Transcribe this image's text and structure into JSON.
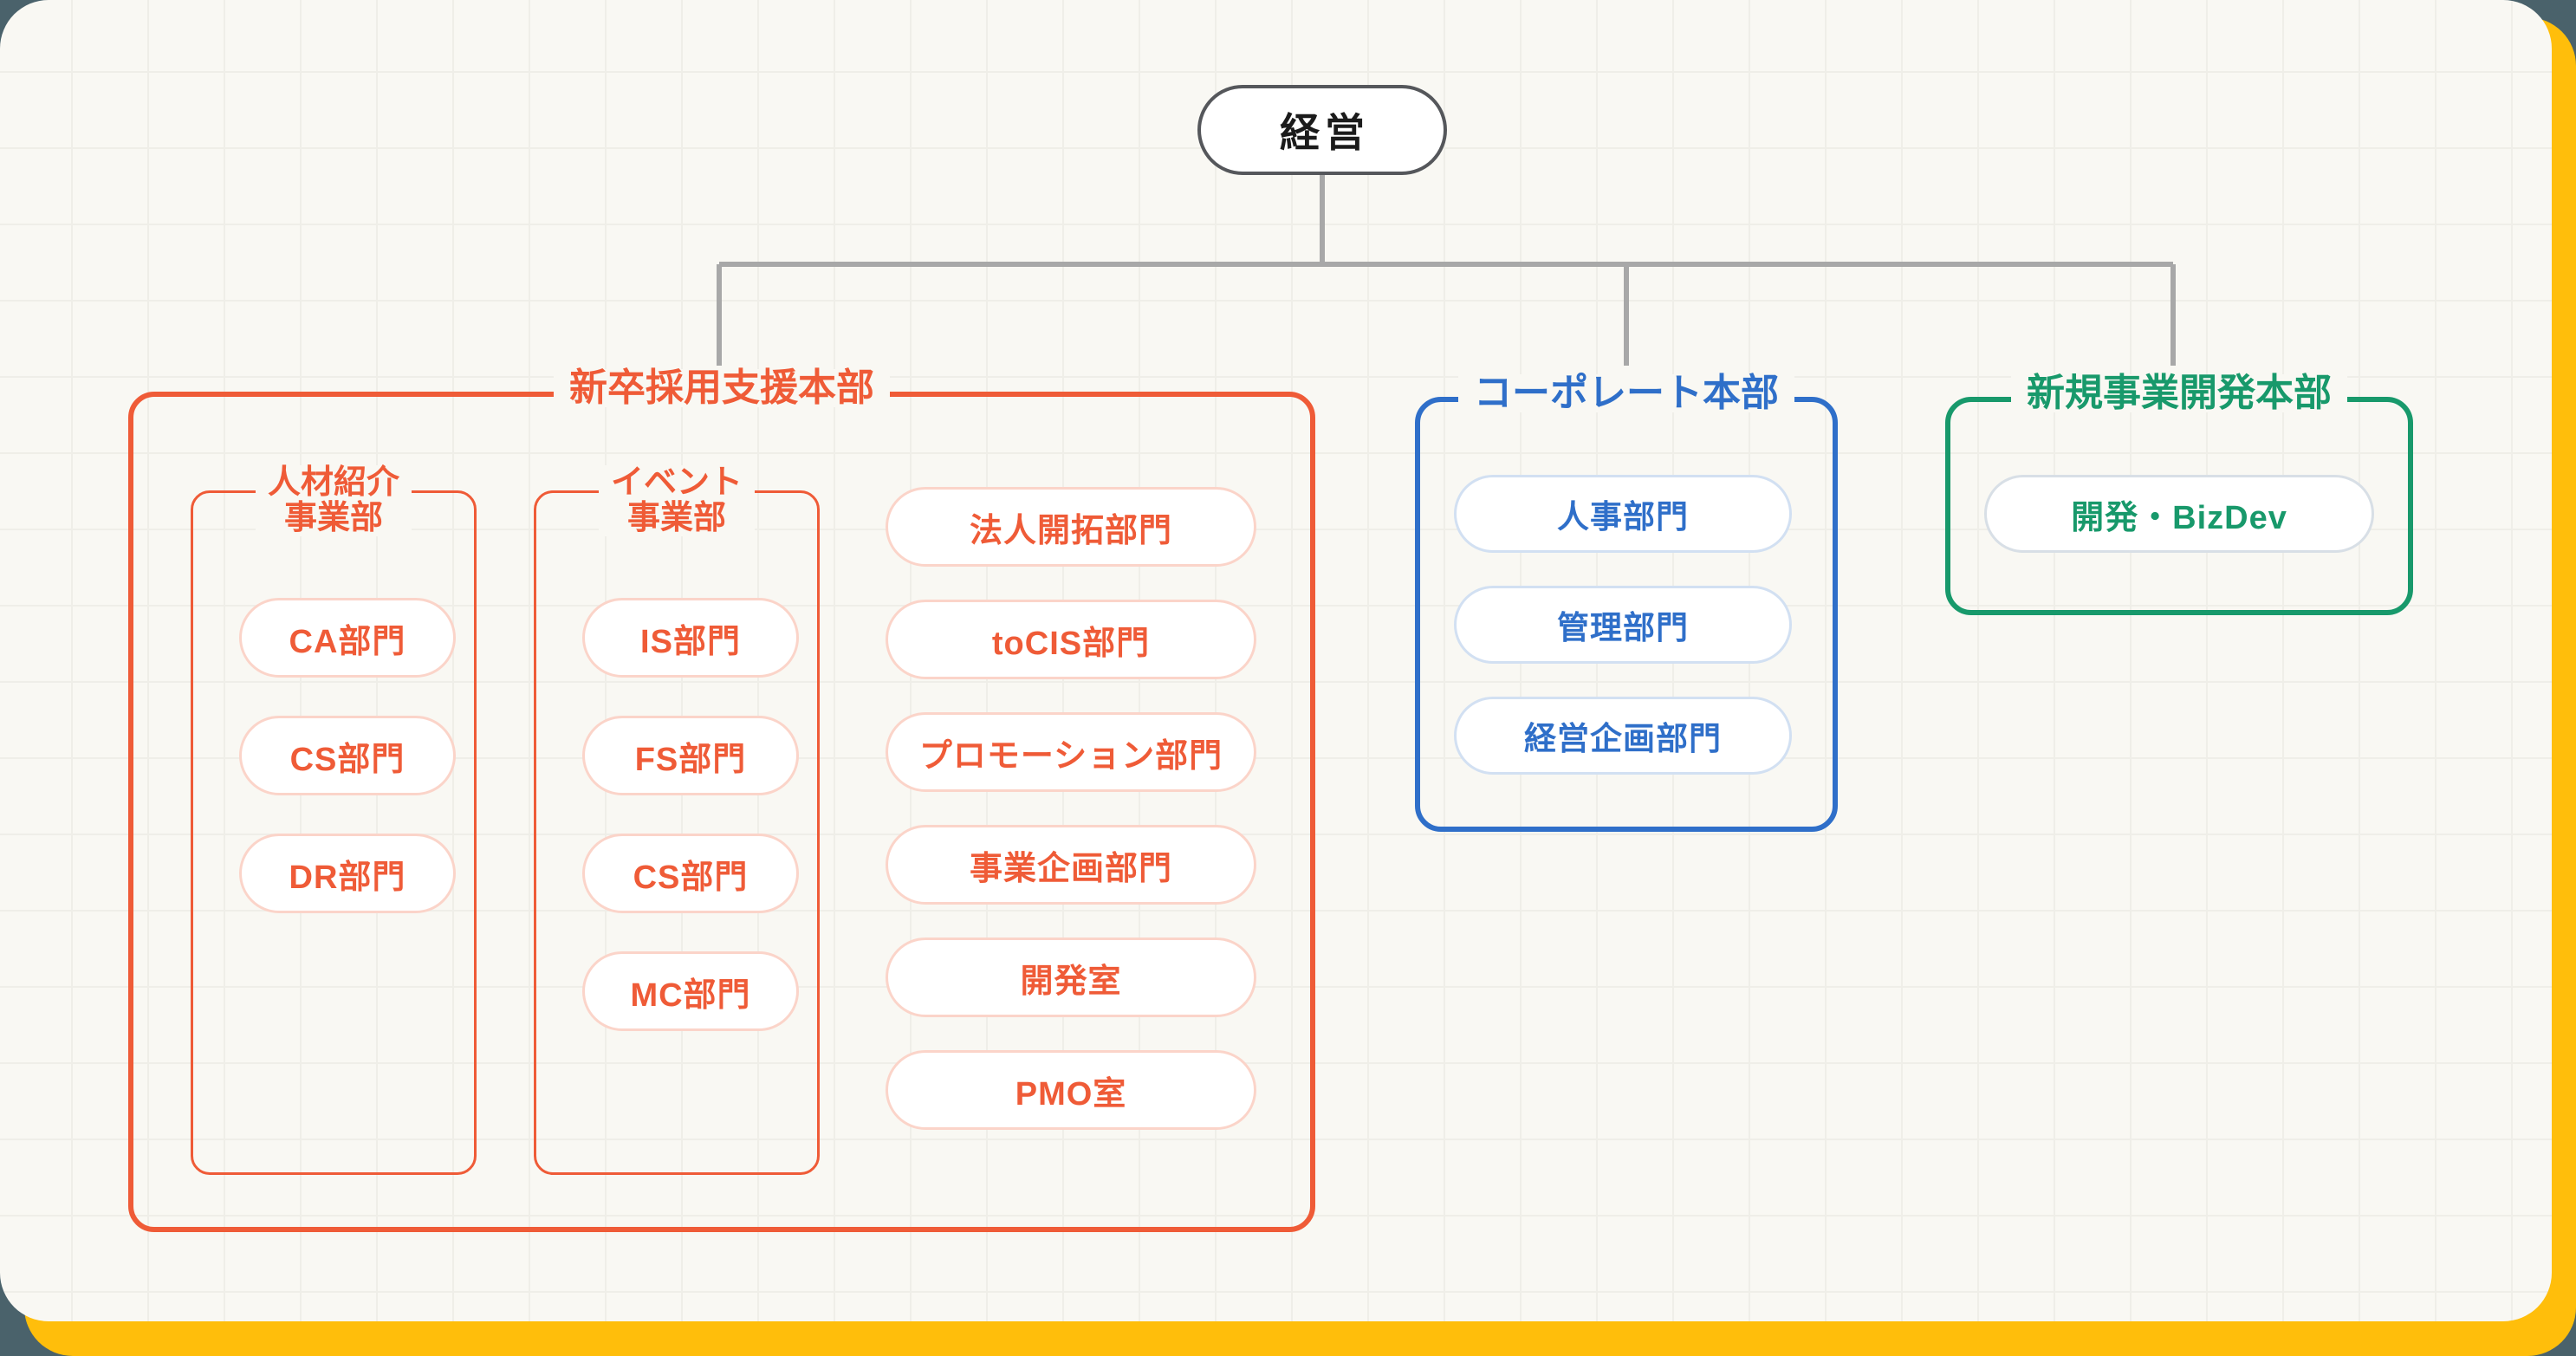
{
  "theme": {
    "page_background": "#4a626b",
    "accent_frame": "#FFBE0B",
    "card_background": "#F9F8F3",
    "grid_line": "#EFEEE8",
    "connector": "#A8A8A8",
    "root_border": "#55575B",
    "red": "#EF5B37",
    "red_pill_border": "#FBD4C9",
    "blue": "#2F6FC9",
    "blue_pill_border": "#D2E0F2",
    "green": "#18996B",
    "green_pill_border": "#D8DFE6"
  },
  "root": {
    "label": "経営"
  },
  "divisions": [
    {
      "id": "shinsotsu",
      "title": "新卒採用支援本部",
      "color": "#EF5B37",
      "subgroups": [
        {
          "id": "jinzai",
          "title_line1": "人材紹介",
          "title_line2": "事業部",
          "units": [
            "CA部門",
            "CS部門",
            "DR部門"
          ]
        },
        {
          "id": "event",
          "title_line1": "イベント",
          "title_line2": "事業部",
          "units": [
            "IS部門",
            "FS部門",
            "CS部門",
            "MC部門"
          ]
        }
      ],
      "units": [
        "法人開拓部門",
        "toCIS部門",
        "プロモーション部門",
        "事業企画部門",
        "開発室",
        "PMO室"
      ]
    },
    {
      "id": "corporate",
      "title": "コーポレート本部",
      "color": "#2F6FC9",
      "units": [
        "人事部門",
        "管理部門",
        "経営企画部門"
      ]
    },
    {
      "id": "newbiz",
      "title": "新規事業開発本部",
      "color": "#18996B",
      "units": [
        "開発・BizDev"
      ]
    }
  ]
}
